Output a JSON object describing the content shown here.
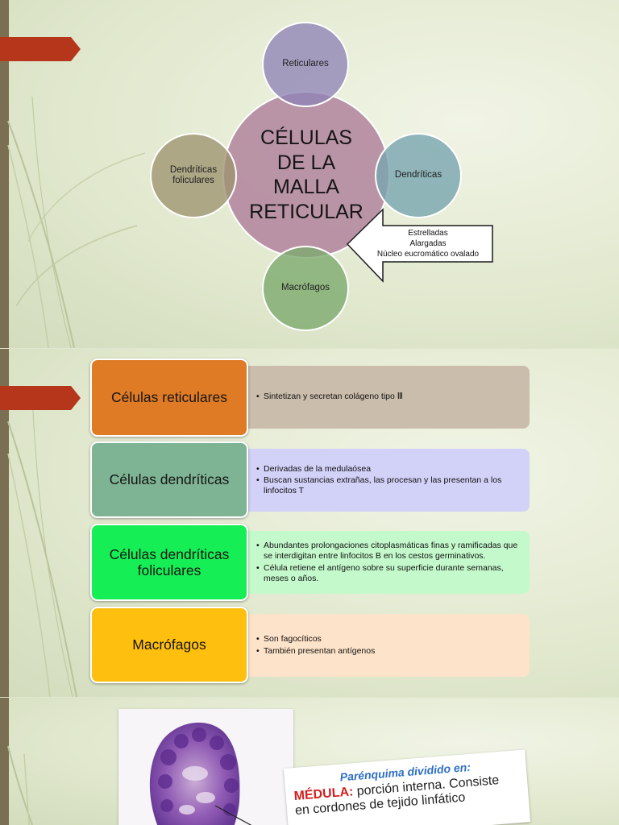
{
  "diagram": {
    "center": "CÉLULAS\nDE LA\nMALLA\nRETICULAR",
    "top": "Reticulares",
    "right": "Dendríticas",
    "left": "Dendríticas\nfoliculares",
    "bottom": "Macrófagos",
    "callout": [
      "Estrelladas",
      "Alargadas",
      "Núcleo eucromático ovalado"
    ]
  },
  "cells": [
    {
      "label": "Células reticulares",
      "items": [
        "Sintetizan y secretan colágeno tipo Ⅲ"
      ]
    },
    {
      "label": "Células dendríticas",
      "items": [
        "Derivadas de la medulaósea",
        "Buscan sustancias extrañas, las procesan y las presentan a los linfocitos T"
      ]
    },
    {
      "label": "Células dendríticas foliculares",
      "items": [
        "Abundantes prolongaciones citoplasmáticas finas y ramificadas que se interdigitan entre linfocitos B en los cestos germinativos.",
        "Célula retiene el antígeno sobre su superficie durante semanas, meses o años."
      ]
    },
    {
      "label": "Macrófagos",
      "items": [
        "Son fagocíticos",
        "También presentan antígenos"
      ]
    }
  ],
  "note": {
    "title": "Parénquima dividido en:",
    "keyword": "MÉDULA:",
    "line1": " porción interna. Consiste",
    "line2": "en cordones de tejido linfático"
  },
  "colors": {
    "accent_arrow": "#b5361b",
    "left_bar": "#7a6f52",
    "row1": "#e07b25",
    "row2": "#7eb393",
    "row3": "#16ee55",
    "row4": "#ffbf0e"
  }
}
